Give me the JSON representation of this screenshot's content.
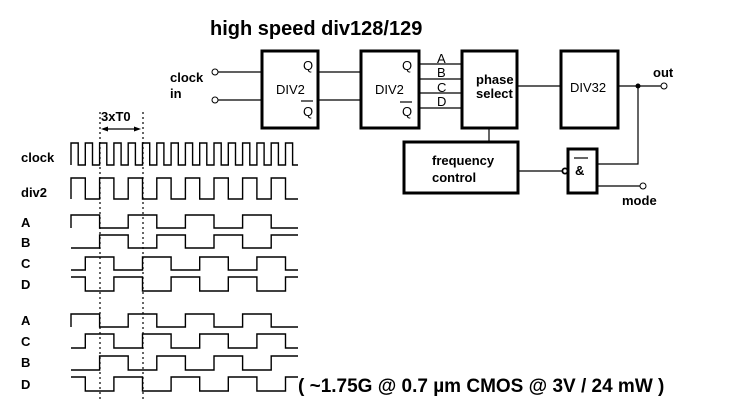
{
  "title": "high speed div128/129",
  "inputs": {
    "clock_label_line1": "clock",
    "clock_label_line2": "in"
  },
  "blocks": {
    "div2_first": {
      "label": "DIV2",
      "q": "Q",
      "qbar": "Q"
    },
    "div2_second": {
      "label": "DIV2",
      "q": "Q",
      "qbar": "Q"
    },
    "phase_lines": [
      "A",
      "B",
      "C",
      "D"
    ],
    "phase_select": {
      "line1": "phase",
      "line2": "select"
    },
    "div32": {
      "label": "DIV32"
    },
    "frequency_control": {
      "line1": "frequency",
      "line2": "control"
    },
    "nand_gate": {
      "label": "&"
    }
  },
  "outputs": {
    "out_label": "out",
    "mode_label": "mode"
  },
  "timing": {
    "period_annotation": "3xT0",
    "signals": [
      {
        "label": "clock",
        "type": "clock"
      },
      {
        "label": "div2",
        "type": "div2"
      },
      {
        "label": "A",
        "phase": "A"
      },
      {
        "label": "B",
        "phase": "B"
      },
      {
        "label": "C",
        "phase": "C"
      },
      {
        "label": "D",
        "phase": "D"
      },
      {
        "label": "A",
        "phase": "A"
      },
      {
        "label": "C",
        "phase": "C"
      },
      {
        "label": "B",
        "phase": "B"
      },
      {
        "label": "D",
        "phase": "D"
      }
    ],
    "clock_pulses": 16
  },
  "spec_text": "( ~1.75G @ 0.7 µm CMOS @ 3V / 24 mW )"
}
